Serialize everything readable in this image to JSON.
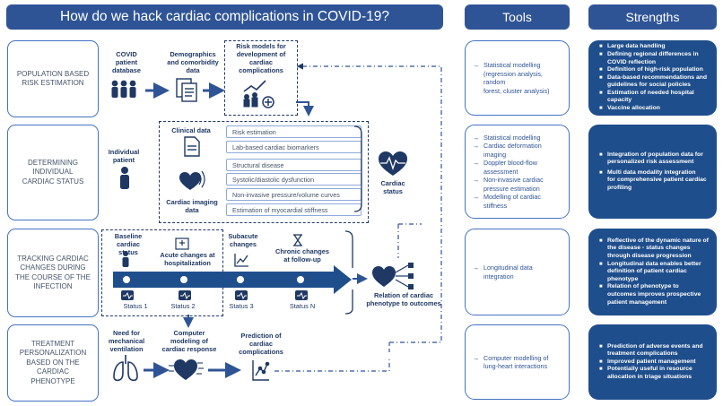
{
  "headers": {
    "main": "How do we hack cardiac complications in COVID-19?",
    "tools": "Tools",
    "strengths": "Strengths"
  },
  "rows": [
    {
      "label": "POPULATION BASED\nRISK ESTIMATION"
    },
    {
      "label": "DETERMINING\nINDIVIDUAL\nCARDIAC STATUS"
    },
    {
      "label": "TRACKING CARDIAC\nCHANGES DURING\nTHE COURSE OF THE\nINFECTION"
    },
    {
      "label": "TREATMENT\nPERSONALIZATION\nBASED ON THE\nCARDIAC\nPHENOTYPE"
    }
  ],
  "row1": {
    "covid_db": "COVID\npatient\ndatabase",
    "demographics": "Demographics\nand comorbidity\ndata",
    "risk_models": "Risk models for\ndevelopment of\ncardiac\ncomplications"
  },
  "row2": {
    "individual_patient": "Individual\npatient",
    "clinical_data": "Clinical data",
    "imaging_data": "Cardiac imaging data",
    "cardiac_status": "Cardiac status",
    "items": [
      "Risk estimation",
      "Lab-based cardiac biomarkers",
      "Structural disease",
      "Systolic/diastolic dysfunction",
      "Non-invasive pressure/volume curves",
      "Estimation of myocardial stiffness"
    ]
  },
  "row3": {
    "baseline": "Baseline cardiac\nstatus",
    "acute": "Acute changes at\nhospitalization",
    "subacute": "Subacute\nchanges",
    "chronic": "Chronic changes\nat follow-up",
    "ellipsis": "...",
    "relation": "Relation of cardiac\nphenotype  to outcomes",
    "statuses": [
      "Status 1",
      "Status 2",
      "Status 3",
      "Status N"
    ]
  },
  "row4": {
    "ventilation": "Need for\nmechanical\nventilation",
    "computer_modeling": "Computer\nmodeling of\ncardiac response",
    "prediction": "Prediction of\ncardiac\ncomplications"
  },
  "tools": [
    [
      "Statistical modelling\n(regression analysis, random\nforest, cluster analysis)"
    ],
    [
      "Statistical modelling",
      "Cardiac deformation\nimaging",
      "Doppler blood-flow\nassessment",
      "Non-invasive cardiac\npressure estimation",
      "Modelling of cardiac\nstiffness"
    ],
    [
      "Longitudinal data\nintegration"
    ],
    [
      "Computer modelling of\nlung-heart interactions"
    ]
  ],
  "strengths": [
    [
      "Large data handling",
      "Defining regional differences in\nCOVID reflection",
      "Definition of high-risk population",
      "Data-based recommendations and\nguidelines for social policies",
      "Estimation of needed hospital\ncapacity",
      "Vaccine allocation"
    ],
    [
      "Integration of population data for\npersonalized risk assessment",
      "Multi data modality integration\nfor comprehensive patient cardiac\nprofiling"
    ],
    [
      "Reflective of the dynamic nature of\nthe disease - status changes\nthrough disease progression",
      "Longitudinal data enables better\ndefinition of patient cardiac\nphenotype",
      "Relation of phenotype to\noutcomes improves prospective\npatient management"
    ],
    [
      "Prediction of adverse events and\ntreatment complications",
      "Improved patient management",
      "Potentially useful in resource\nallocation in triage situations"
    ]
  ],
  "colors": {
    "header_bg": "#2f5496",
    "strength_bg": "#1f4e8c",
    "border": "#4472c4",
    "dark": "#1f3864"
  }
}
